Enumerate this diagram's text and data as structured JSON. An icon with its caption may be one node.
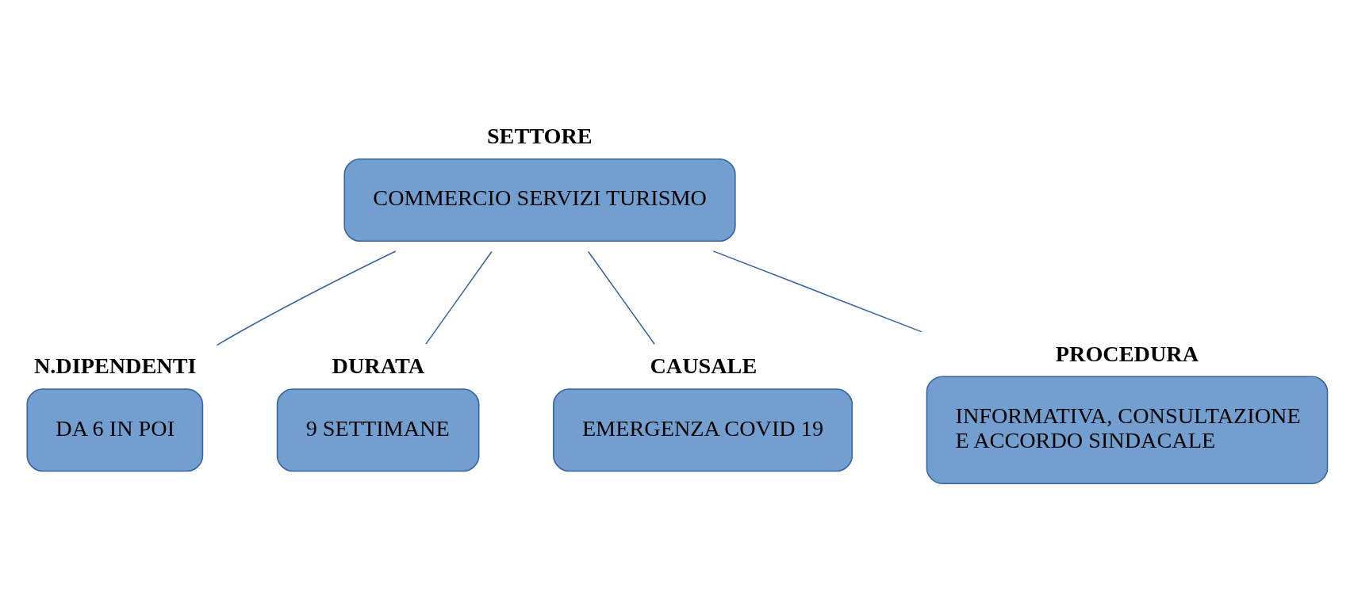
{
  "diagram": {
    "nodes": [
      {
        "text": [
          "SETTORE",
          "COMMERCIO SERVIZI TURISMO"
        ]
      },
      {
        "text": [
          "N.DIPENDENTI",
          "DA 6 IN POI"
        ]
      },
      {
        "text": [
          "DURATA",
          "9 SETTIMANE"
        ]
      },
      {
        "text": [
          "CAUSALE",
          "EMERGENZA COVID 19"
        ]
      },
      {
        "text": [
          "PROCEDURA",
          "INFORMATIVA, CONSULTAZIONE E ACCORDO SINDACALE"
        ]
      }
    ],
    "edges": [
      {
        "from": 0,
        "to": 1,
        "arrow": "none"
      },
      {
        "from": 0,
        "to": 2,
        "arrow": "none"
      },
      {
        "from": 0,
        "to": 3,
        "arrow": "none"
      },
      {
        "from": 0,
        "to": 4,
        "arrow": "none"
      }
    ]
  }
}
